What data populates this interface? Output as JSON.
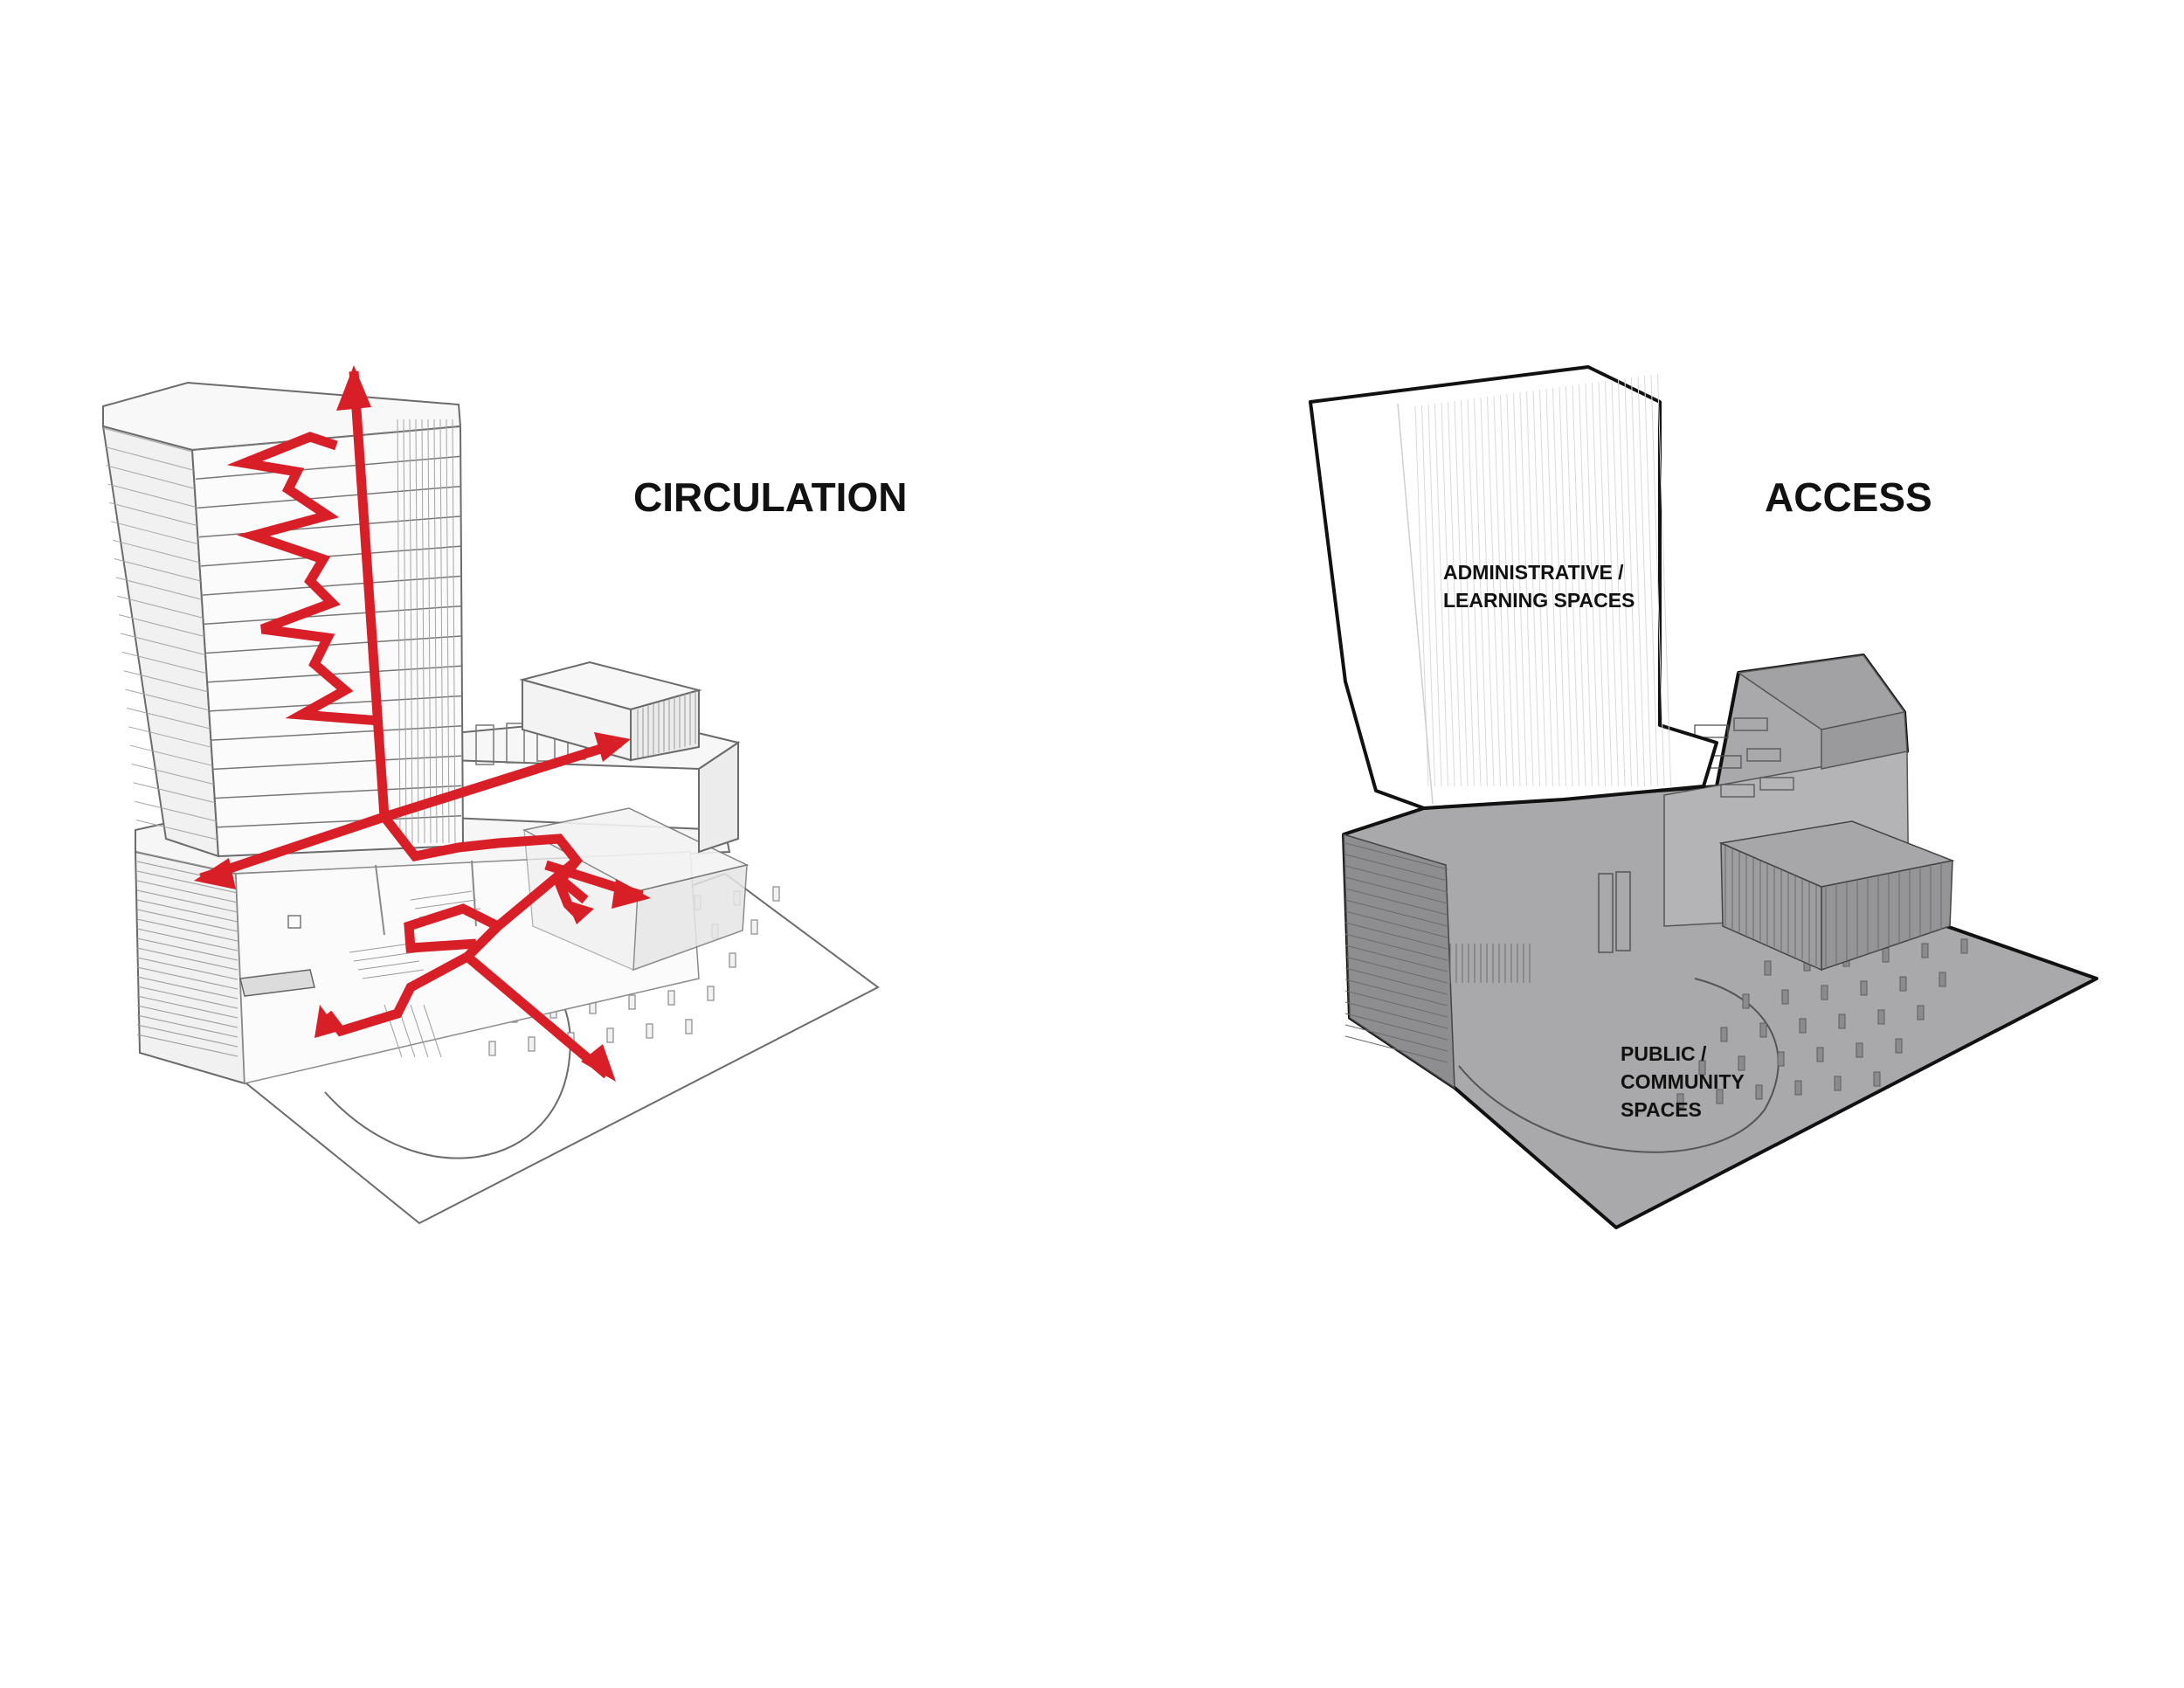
{
  "panels": {
    "circulation": {
      "title": "CIRCULATION"
    },
    "access": {
      "title": "ACCESS",
      "zones": {
        "tower": {
          "line1": "ADMINISTRATIVE /",
          "line2": "LEARNING SPACES"
        },
        "podium": {
          "line1": "PUBLIC /",
          "line2": "COMMUNITY",
          "line3": "SPACES"
        }
      }
    }
  },
  "colors": {
    "arrow": "#d81e26",
    "line": "#555555",
    "podium_fill": "#a9a9ab",
    "tower_fill": "#ffffff"
  }
}
